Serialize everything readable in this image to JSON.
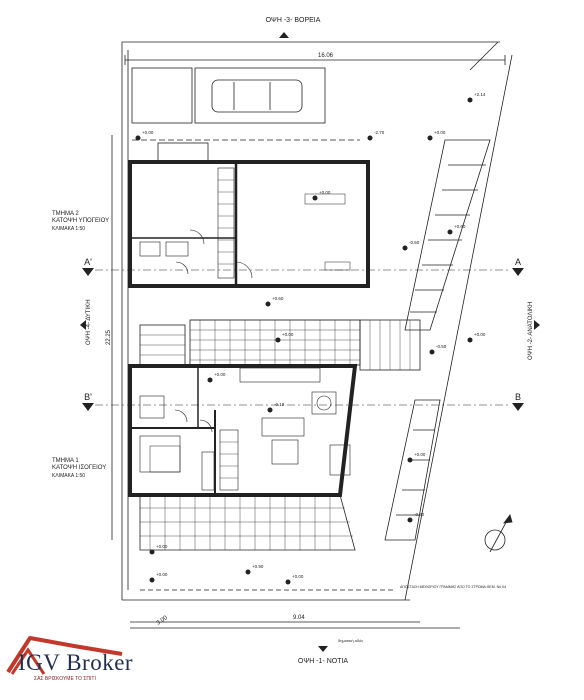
{
  "plan": {
    "north_view": "ΟΨΗ -3- ΒΟΡΕΙΑ",
    "south_view": "ΟΨΗ -1- ΝΟΤΙΑ",
    "west_view": "ΟΨΗ -4- ΔΥΤΙΚΗ",
    "east_view": "ΟΨΗ -2- ΑΝΑΤΟΛΙΚΗ",
    "section_a_left": "A'",
    "section_a_right": "A",
    "section_b_left": "B'",
    "section_b_right": "B",
    "dim_top": "16.06",
    "dim_bottom": "9.04",
    "dim_bottom_left": "3.00",
    "dim_left": "22.25",
    "part2_title": "ΤΜΗΜΑ 2",
    "part2_sub": "ΚΑΤΟΨΗ ΥΠΟΓΕΙΟΥ",
    "part2_scale": "ΚΛΙΜΑΚΑ 1:50",
    "part1_title": "ΤΜΗΜΑ 1",
    "part1_sub": "ΚΑΤΟΨΗ ΙΣΟΓΕΙΟΥ",
    "part1_scale": "ΚΛΙΜΑΚΑ 1:50",
    "note_boundary": "ΑΠΟΣΤΑΣΗ ΜΕΘΟΡΙΟΥ ΓΡΑΜΜΗΣ ΑΠΟ ΤΟ ΣΤΡΩΜΑ ΘΕΜ. Νο 04",
    "road_label": "δημοτική οδός"
  },
  "levels": [
    "+0.00",
    "-2.70",
    "+0.00",
    "+2.14",
    "+0.00",
    "-0.50",
    "+0.60",
    "+0.60",
    "+0.00",
    "-0.50",
    "+0.00",
    "+0.00",
    "-0.10",
    "+0.00",
    "-0.30",
    "+0.00",
    "+0.90",
    "+0.00",
    "+0.00"
  ],
  "brand": {
    "name": "IGV Broker",
    "tagline": "ΣΑΣ ΒΡΙΣΚΟΥΜΕ ΤΟ ΣΠΙΤΙ",
    "color_primary": "#1f2f4f",
    "color_roof": "#c0392b"
  }
}
